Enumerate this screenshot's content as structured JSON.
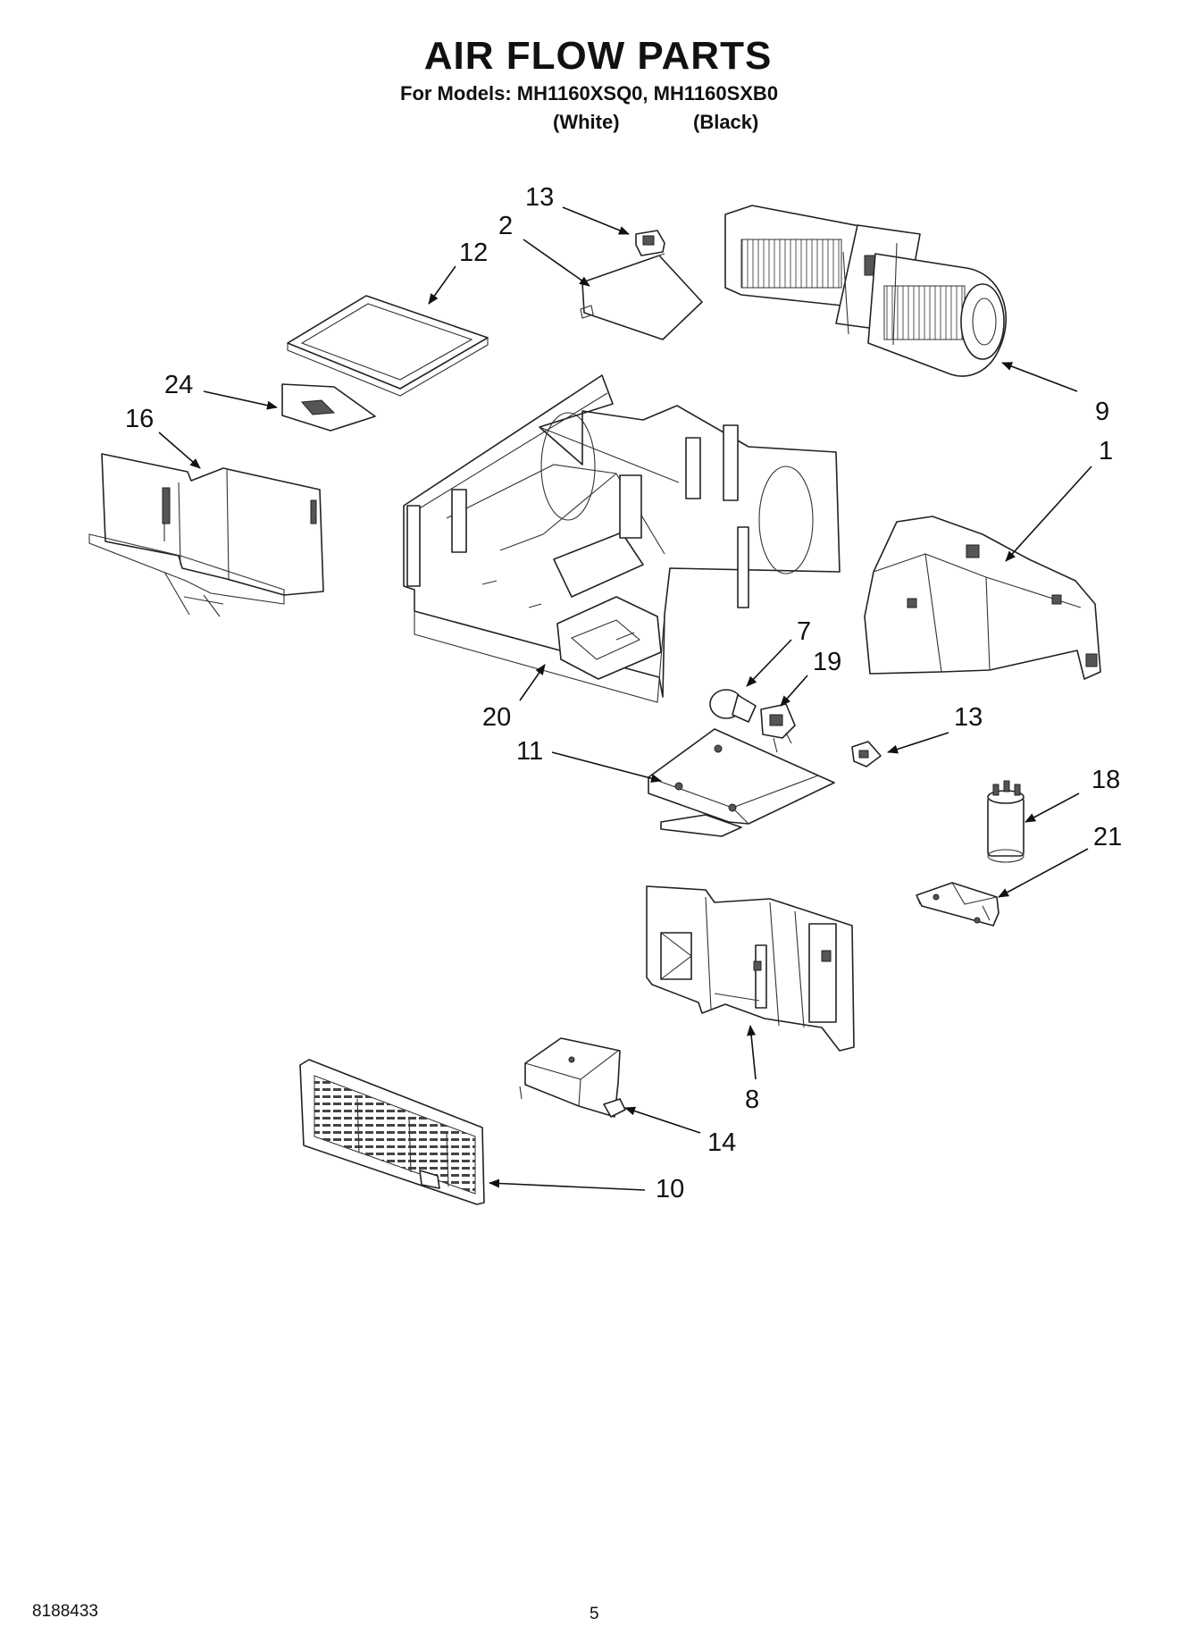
{
  "header": {
    "title": "AIR FLOW PARTS",
    "models_line": "For Models: MH1160XSQ0, MH1160SXB0",
    "variant_white": "(White)",
    "variant_black": "(Black)"
  },
  "footer": {
    "doc_number": "8188433",
    "page_number": "5"
  },
  "callouts": {
    "c13_top": "13",
    "c2": "2",
    "c12": "12",
    "c24": "24",
    "c16": "16",
    "c9": "9",
    "c1": "1",
    "c20": "20",
    "c7": "7",
    "c19": "19",
    "c13_mid": "13",
    "c11": "11",
    "c18": "18",
    "c21": "21",
    "c8": "8",
    "c14": "14",
    "c10": "10"
  }
}
